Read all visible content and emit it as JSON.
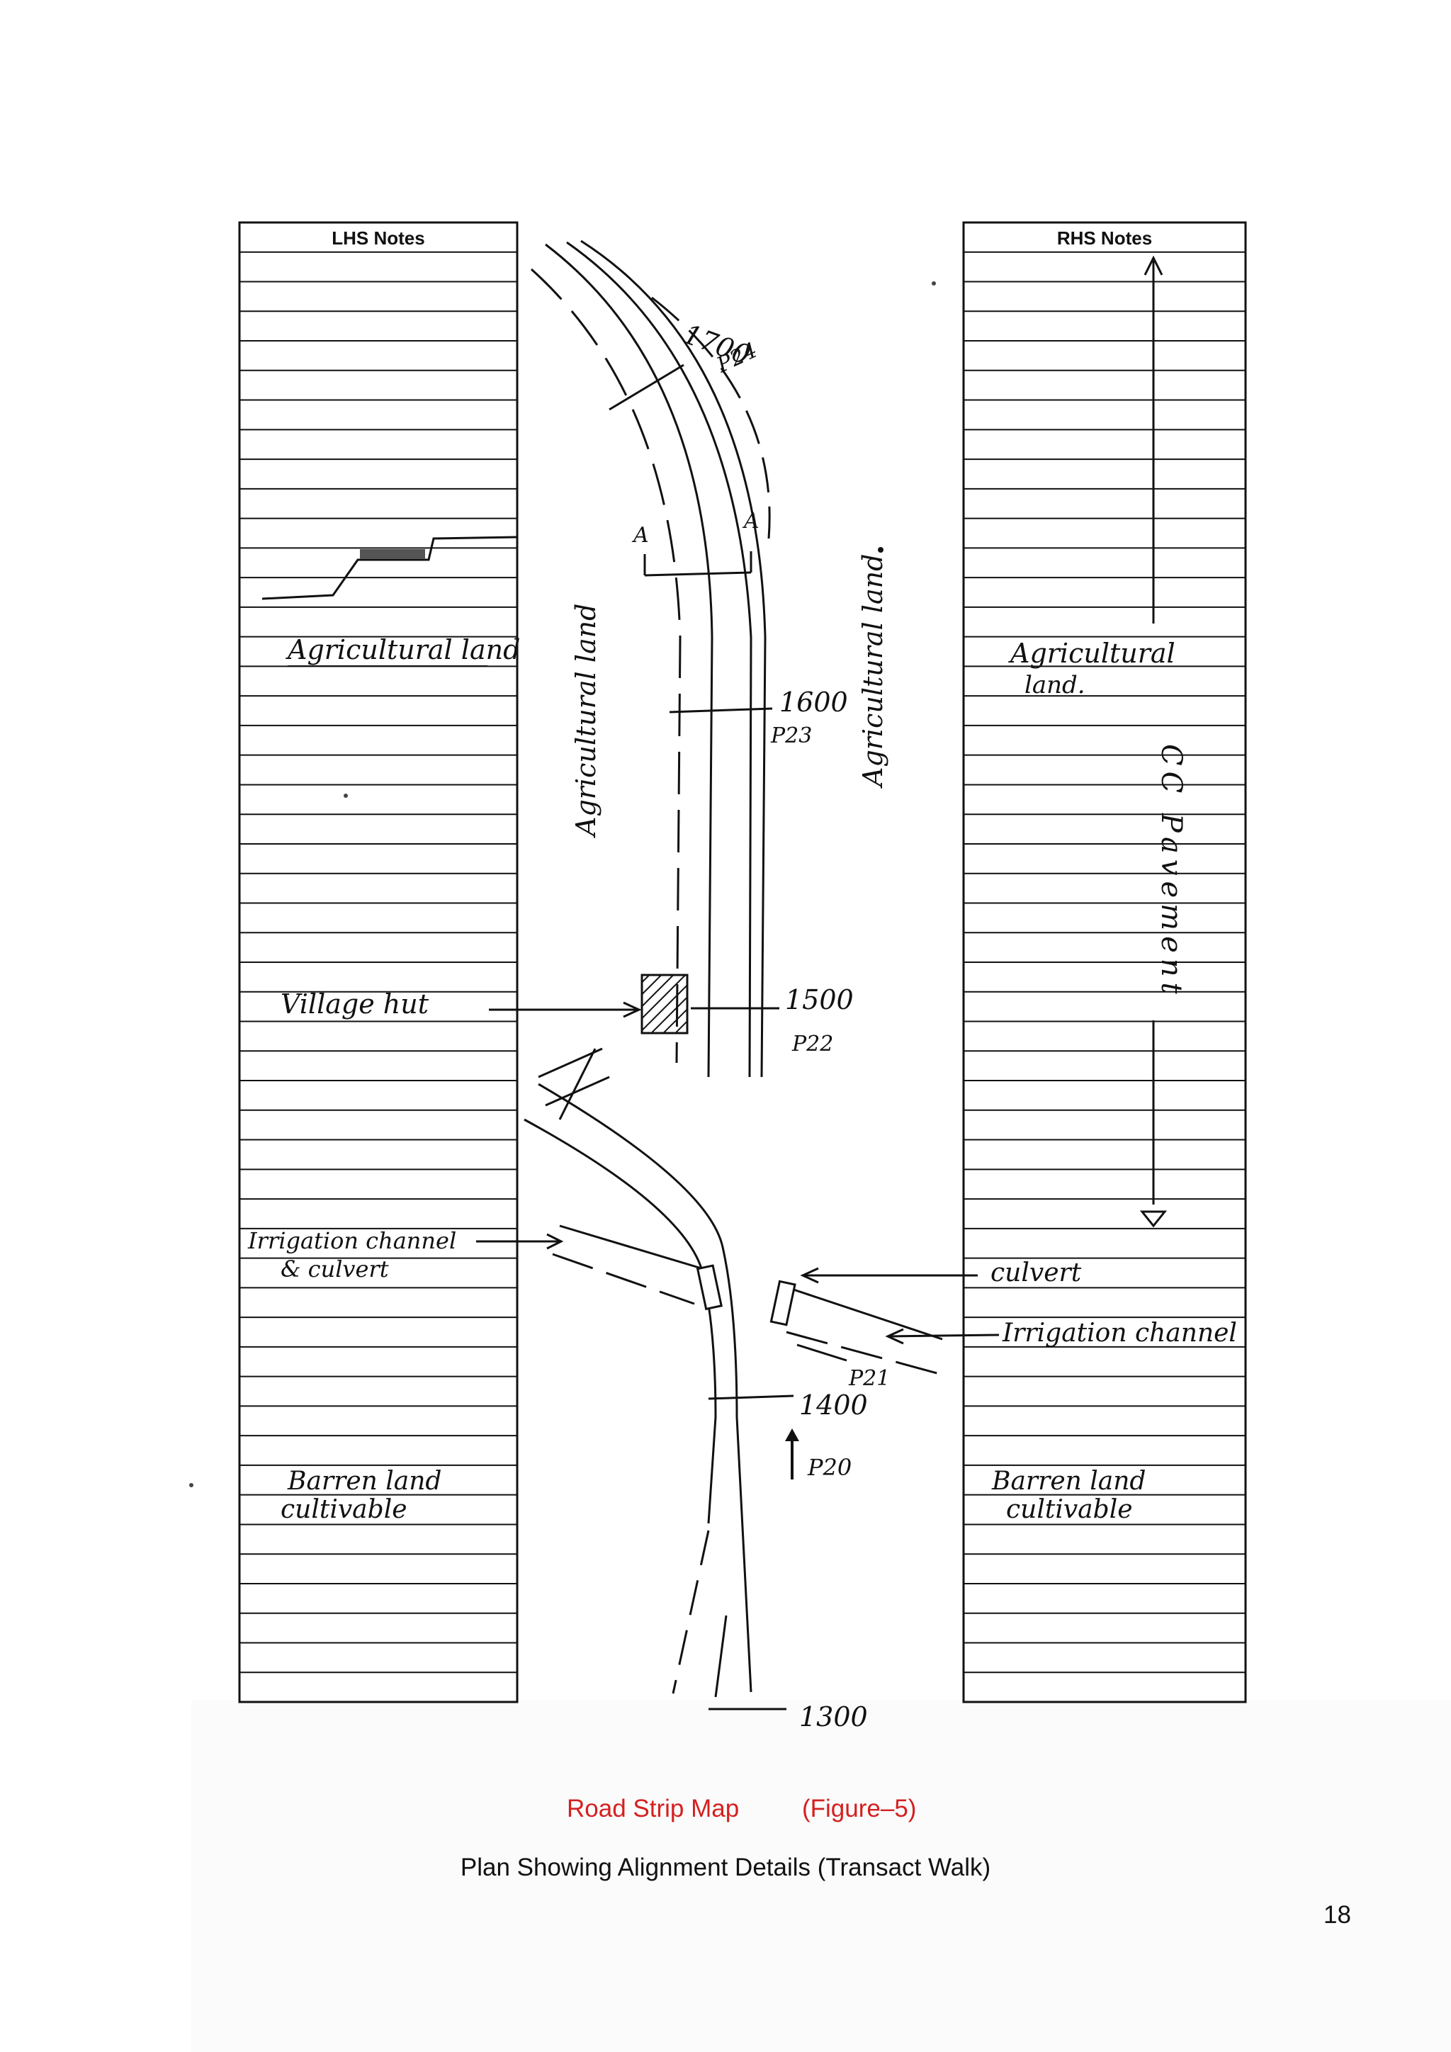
{
  "figure": {
    "lhs_header": "LHS Notes",
    "rhs_header": "RHS Notes",
    "lhs_notes": {
      "agricultural": "Agricultural land",
      "village_hut": "Village hut",
      "irrigation_line1": "Irrigation channel",
      "irrigation_line2": "& culvert",
      "barren_line1": "Barren land",
      "barren_line2": "cultivable"
    },
    "rhs_notes": {
      "agricultural_line1": "Agricultural",
      "agricultural_line2": "land.",
      "pavement": "CC Pavement",
      "culvert": "culvert",
      "irrigation": "Irrigation channel",
      "barren_line1": "Barren land",
      "barren_line2": "cultivable"
    },
    "chainage": {
      "c1700": "1700",
      "c1600": "1600",
      "c1500": "1500",
      "c1400": "1400",
      "c1300": "1300"
    },
    "photo_points": {
      "p24_top": "P24",
      "p23": "P23",
      "p22": "P22",
      "p21": "P21",
      "p20": "P20"
    },
    "section_marks": {
      "left": "A",
      "right": "A"
    },
    "side_labels": {
      "left_land": "Agricultural land",
      "right_land": "Agricultural land"
    },
    "ruled_rows": 50
  },
  "caption": {
    "title": "Road Strip Map",
    "figure_ref": "(Figure–5)"
  },
  "subcaption": "Plan Showing Alignment Details (Transact Walk)",
  "page_number": "18"
}
